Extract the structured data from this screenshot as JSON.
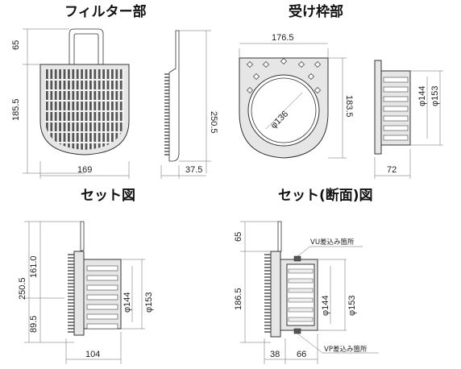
{
  "titles": {
    "filter": "フィルター部",
    "frame": "受け枠部",
    "set": "セット図",
    "section": "セット(断面)図"
  },
  "filter_dims": {
    "top": "65",
    "body": "185.5",
    "total": "250.5",
    "width": "169",
    "depth": "37.5"
  },
  "frame_dims": {
    "width": "176.5",
    "height": "183.5",
    "dia_inner": "φ136",
    "dia_a": "φ144",
    "dia_b": "φ153",
    "depth": "72"
  },
  "set_dims": {
    "total": "250.5",
    "upper": "161.0",
    "lower": "89.5",
    "dia_a": "φ144",
    "dia_b": "φ153",
    "depth": "104"
  },
  "section_dims": {
    "top": "65",
    "body": "186.5",
    "dia_a": "φ144",
    "dia_b": "φ153",
    "left": "38",
    "right": "66",
    "vu_label": "VU差込み箇所",
    "vp_label": "VP差込み箇所"
  },
  "colors": {
    "line": "#333333",
    "fill": "#e6e6e6",
    "grid": "#555555"
  }
}
